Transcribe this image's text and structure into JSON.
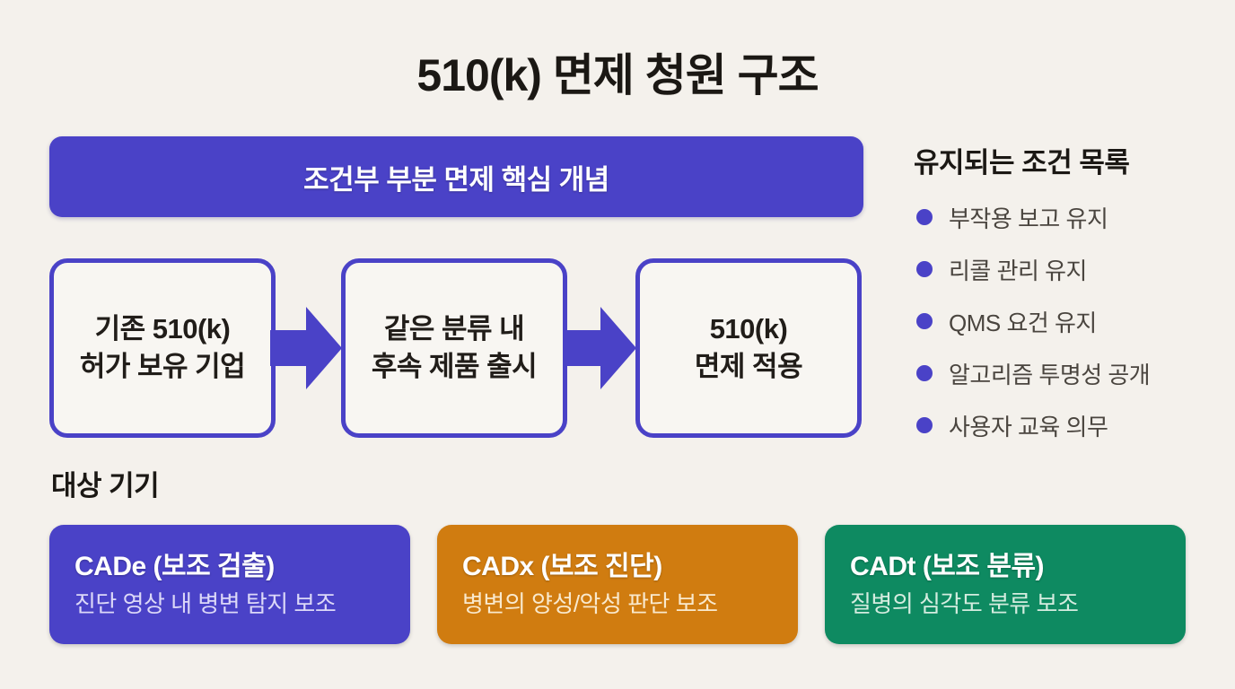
{
  "page": {
    "title": "510(k) 면제 청원 구조"
  },
  "colors": {
    "indigo": "#4a42c7",
    "orange": "#d07c10",
    "green": "#0e8a61",
    "background": "#f4f1ec",
    "box_fill": "#f8f6f2",
    "heading_text": "#1b1814",
    "body_text": "#4a453f"
  },
  "banner": {
    "label": "조건부 부분 면제 핵심 개념"
  },
  "flow": {
    "steps": [
      {
        "lines": [
          "기존 510(k)",
          "허가 보유 기업"
        ]
      },
      {
        "lines": [
          "같은 분류 내",
          "후속 제품 출시"
        ]
      },
      {
        "lines": [
          "510(k)",
          "면제 적용"
        ]
      }
    ]
  },
  "conditions": {
    "heading": "유지되는 조건 목록",
    "items": [
      "부작용 보고 유지",
      "리콜 관리 유지",
      "QMS 요건 유지",
      "알고리즘 투명성 공개",
      "사용자 교육 의무"
    ]
  },
  "devices": {
    "heading": "대상 기기",
    "cards": [
      {
        "title": "CADe (보조 검출)",
        "subtitle": "진단 영상 내 병변 탐지 보조",
        "bg": "#4a42c7",
        "subtitle_color": "#dcd8f8"
      },
      {
        "title": "CADx (보조 진단)",
        "subtitle": "병변의 양성/악성 판단 보조",
        "bg": "#d07c10",
        "subtitle_color": "#f9e9cd"
      },
      {
        "title": "CADt (보조 분류)",
        "subtitle": "질병의 심각도 분류 보조",
        "bg": "#0e8a61",
        "subtitle_color": "#d4ecdf"
      }
    ]
  }
}
